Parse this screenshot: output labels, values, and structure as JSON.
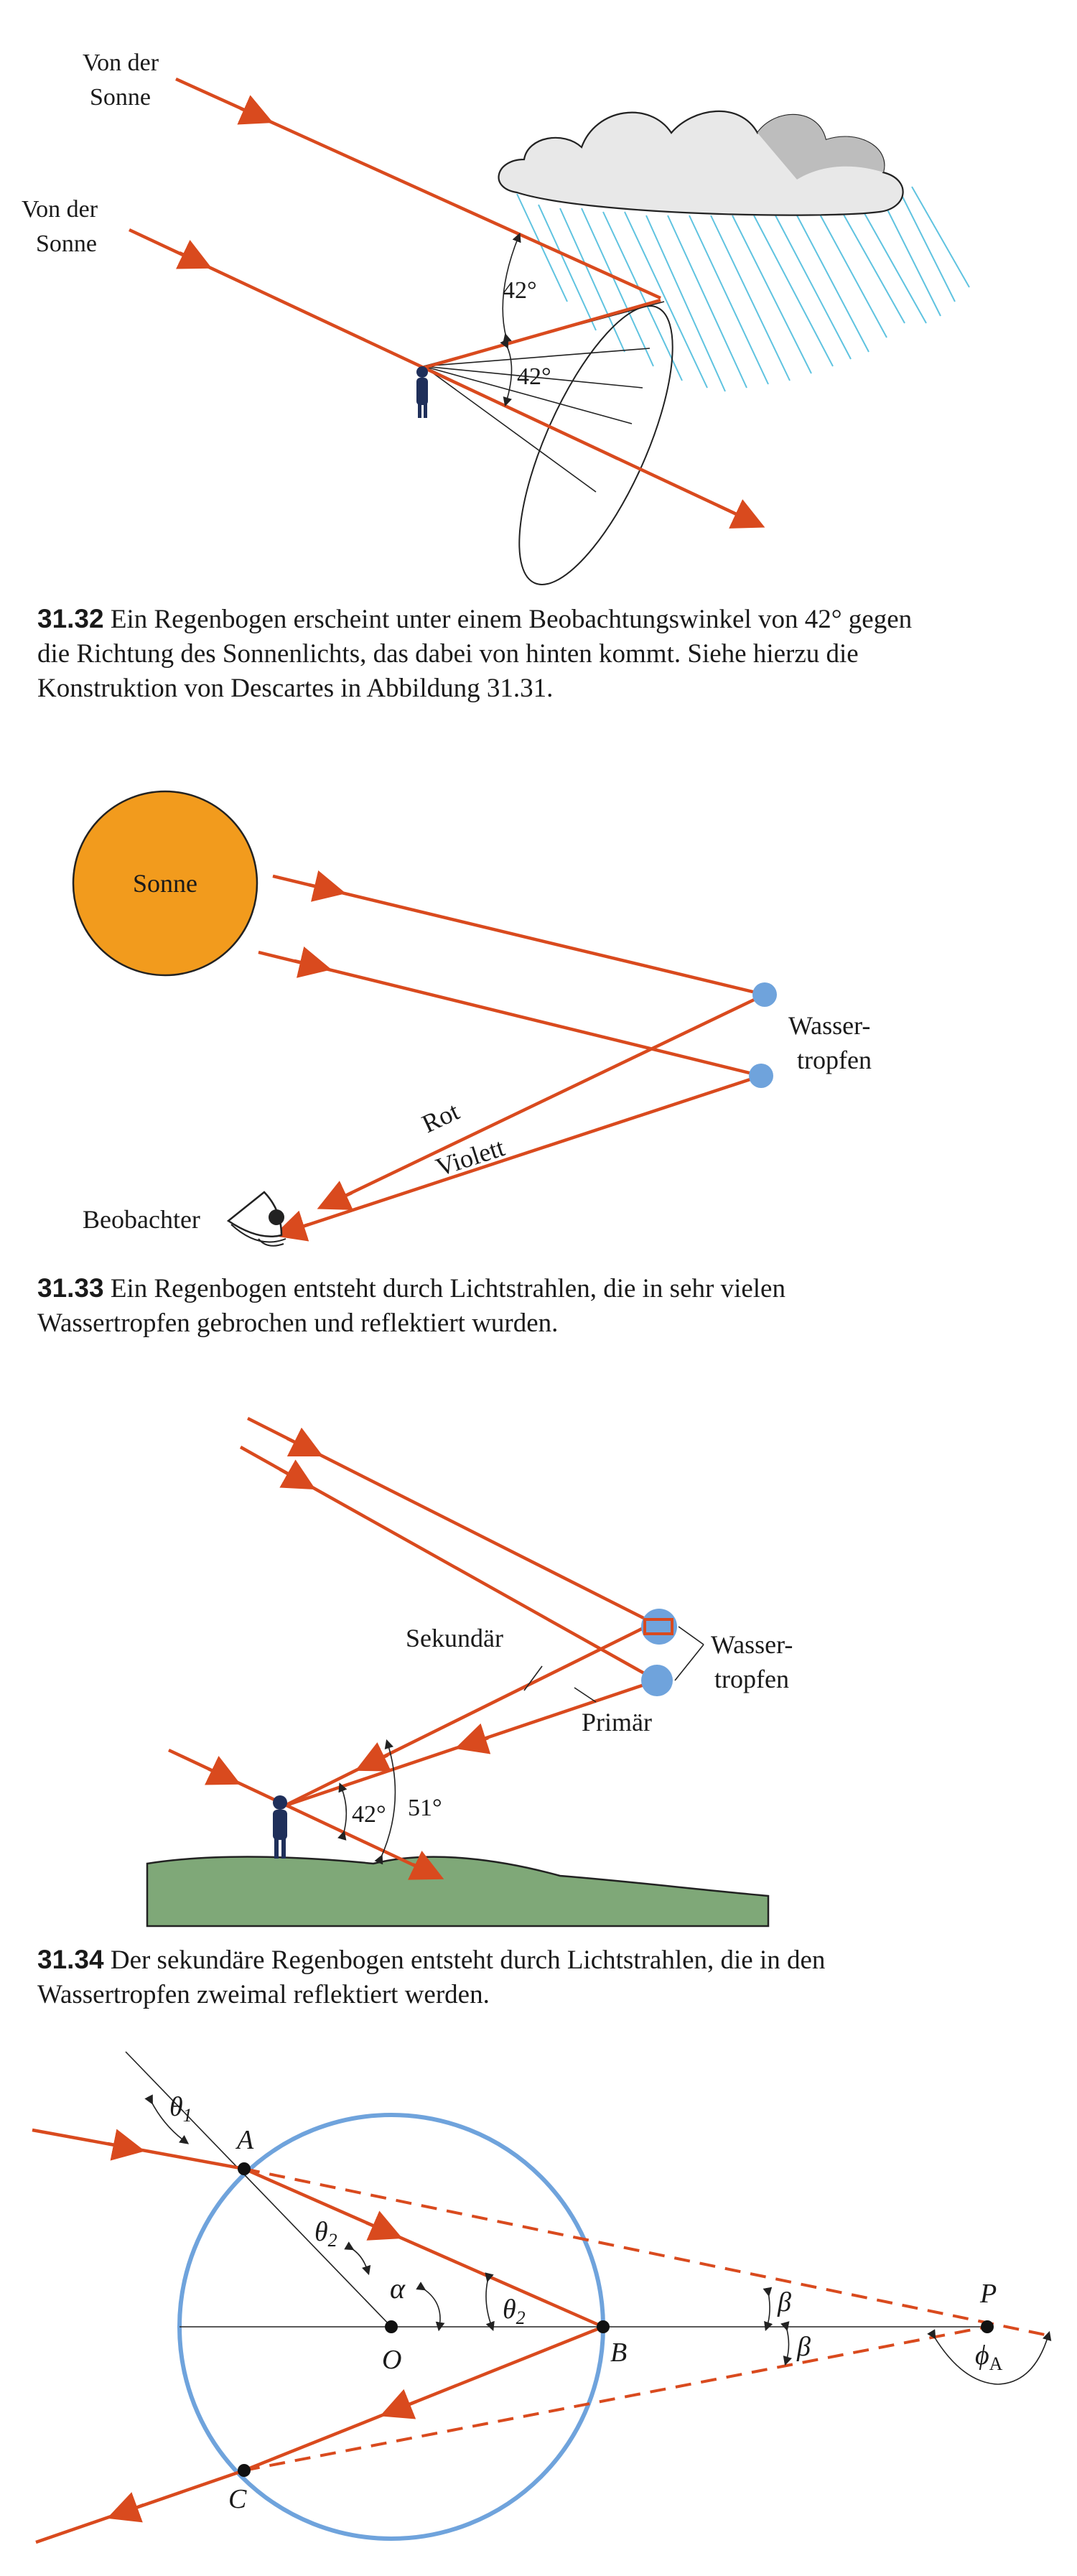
{
  "colors": {
    "ray": "#d94a1e",
    "sun": "#f29b1d",
    "drop": "#6fa3dc",
    "ground": "#7fa878",
    "circle": "#6fa3dc",
    "rain": "#5fc3e0"
  },
  "figures": [
    {
      "id": "31.32",
      "labels": {
        "sun1": [
          "Von der",
          "Sonne"
        ],
        "sun2": [
          "Von der",
          "Sonne"
        ],
        "angle_a": "42°",
        "angle_b": "42°"
      },
      "caption": {
        "number": "31.32",
        "text": " Ein Regenbogen erscheint unter einem Beobachtungswinkel von 42° gegen die Richtung des Sonnenlichts, das dabei von hinten kommt. Siehe hierzu die Konstruktion von Descartes in Abbildung 31.31."
      }
    },
    {
      "id": "31.33",
      "labels": {
        "sun": "Sonne",
        "drops": [
          "Wasser-",
          "tropfen"
        ],
        "red": "Rot",
        "violet": "Violett",
        "observer": "Beobachter"
      },
      "caption": {
        "number": "31.33",
        "text": " Ein Regenbogen entsteht durch Lichtstrahlen, die in sehr vielen Wassertropfen gebrochen und reflektiert wurden."
      }
    },
    {
      "id": "31.34",
      "labels": {
        "secondary": "Sekundär",
        "primary": "Primär",
        "drops": [
          "Wasser-",
          "tropfen"
        ],
        "angle_a": "42°",
        "angle_b": "51°"
      },
      "caption": {
        "number": "31.34",
        "text": " Der sekundäre Regenbogen entsteht durch Lichtstrahlen, die in den Wassertropfen zweimal reflektiert werden."
      }
    },
    {
      "id": "31.35",
      "labels": {
        "theta1": "θ",
        "theta1_sub": "1",
        "A": "A",
        "theta2a": "θ",
        "theta2a_sub": "2",
        "alpha": "α",
        "theta2b": "θ",
        "theta2b_sub": "2",
        "O": "O",
        "B": "B",
        "beta1": "β",
        "beta2": "β",
        "P": "P",
        "phi": "ϕ",
        "phi_sub": "A",
        "C": "C"
      }
    }
  ]
}
